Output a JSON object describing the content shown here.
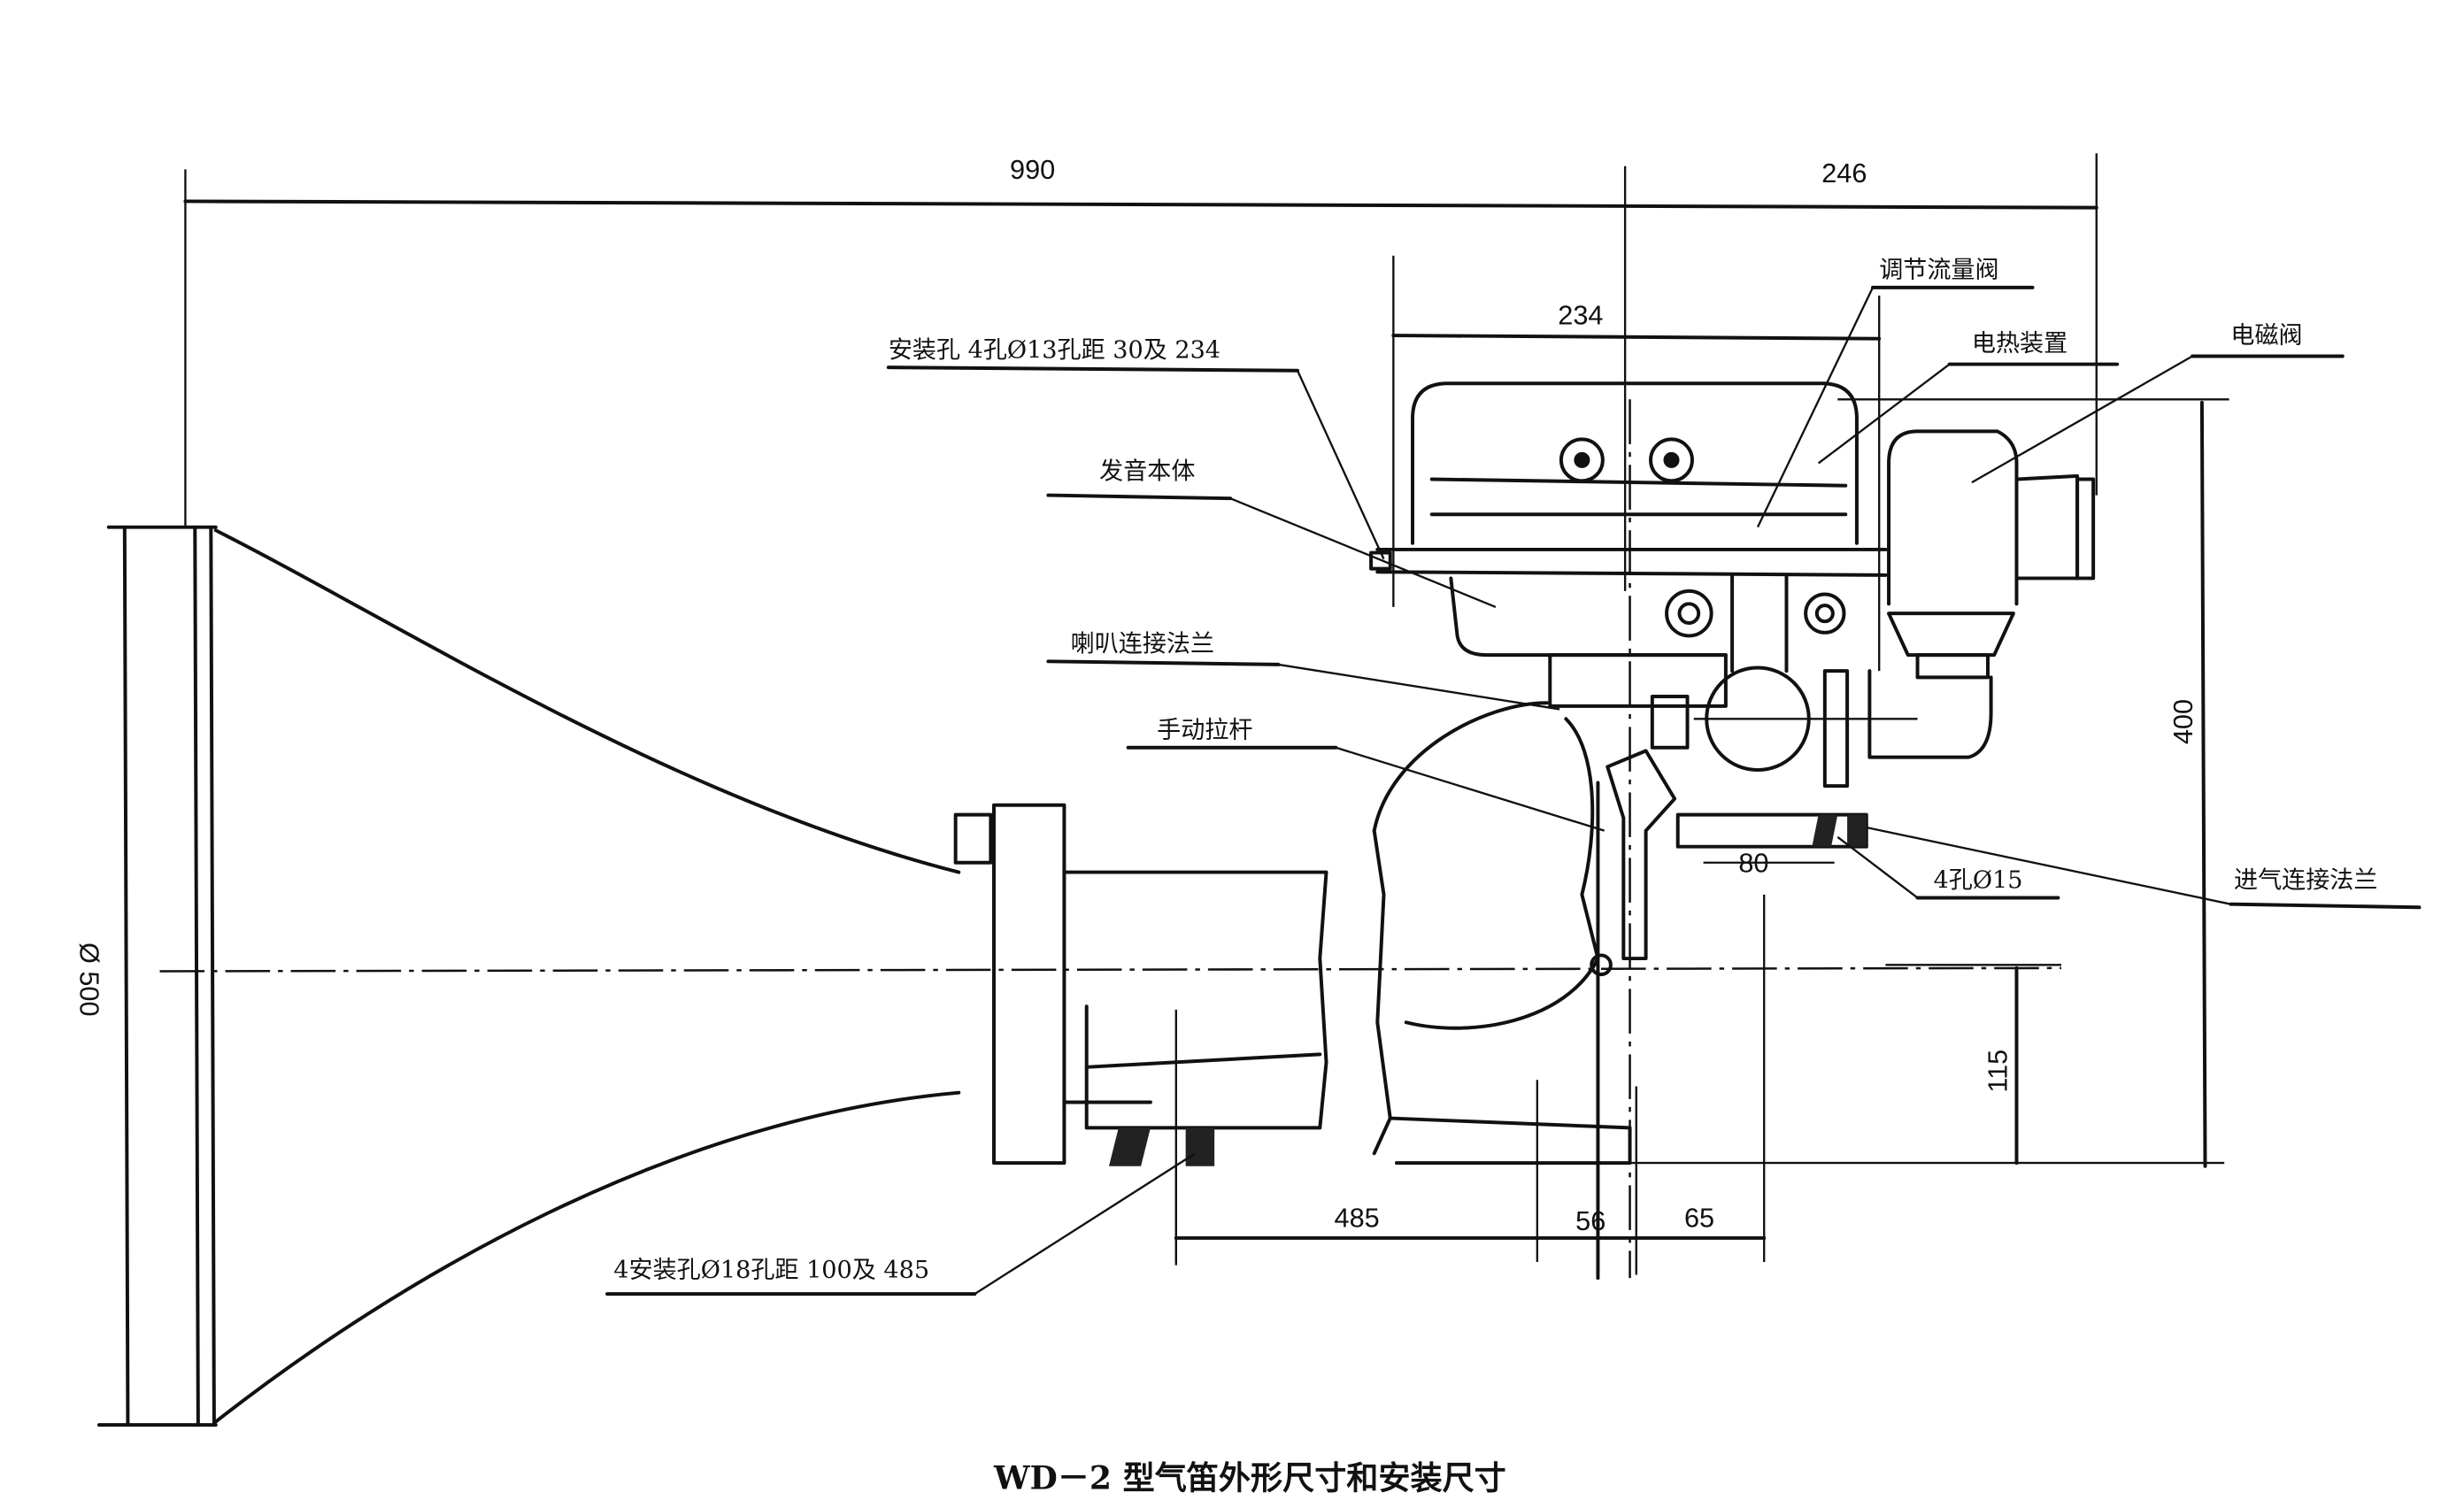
{
  "caption": "WD－2  型气笛外形尺寸和安装尺寸",
  "dimensions": {
    "overall_length": "990",
    "top_right": "246",
    "mount_width": "234",
    "height_total": "400",
    "axis_height": "115",
    "horn_diameter": "Ø 500",
    "flange_spacing": "80",
    "bottom_485": "485",
    "bottom_56": "56",
    "bottom_65": "65"
  },
  "callouts": {
    "flow_valve": "调节流量阀",
    "heater": "电热装置",
    "solenoid_valve": "电磁阀",
    "mount_holes_top": "安装孔 4孔Ø13孔距 30及 234",
    "sound_body": "发音本体",
    "horn_flange": "喇叭连接法兰",
    "manual_lever": "手动拉杆",
    "inlet_holes": "4孔Ø15",
    "inlet_flange": "进气连接法兰",
    "mount_holes_bottom": "4安装孔Ø18孔距 100及 485"
  }
}
